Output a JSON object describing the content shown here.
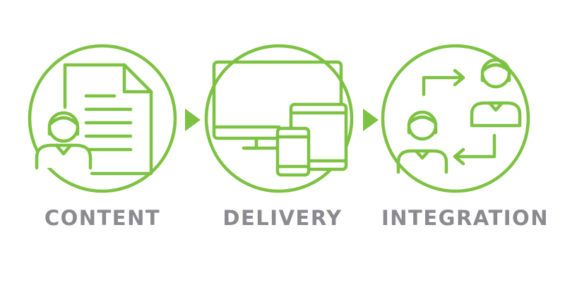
{
  "colors": {
    "accent": "#7dc242",
    "label": "#8a8a8f",
    "background": "#ffffff"
  },
  "steps": [
    {
      "label": "CONTENT",
      "icon": "document-with-person-icon"
    },
    {
      "label": "DELIVERY",
      "icon": "devices-icon"
    },
    {
      "label": "INTEGRATION",
      "icon": "people-exchange-icon"
    }
  ],
  "connectors": [
    "arrow-right-icon",
    "arrow-right-icon"
  ]
}
